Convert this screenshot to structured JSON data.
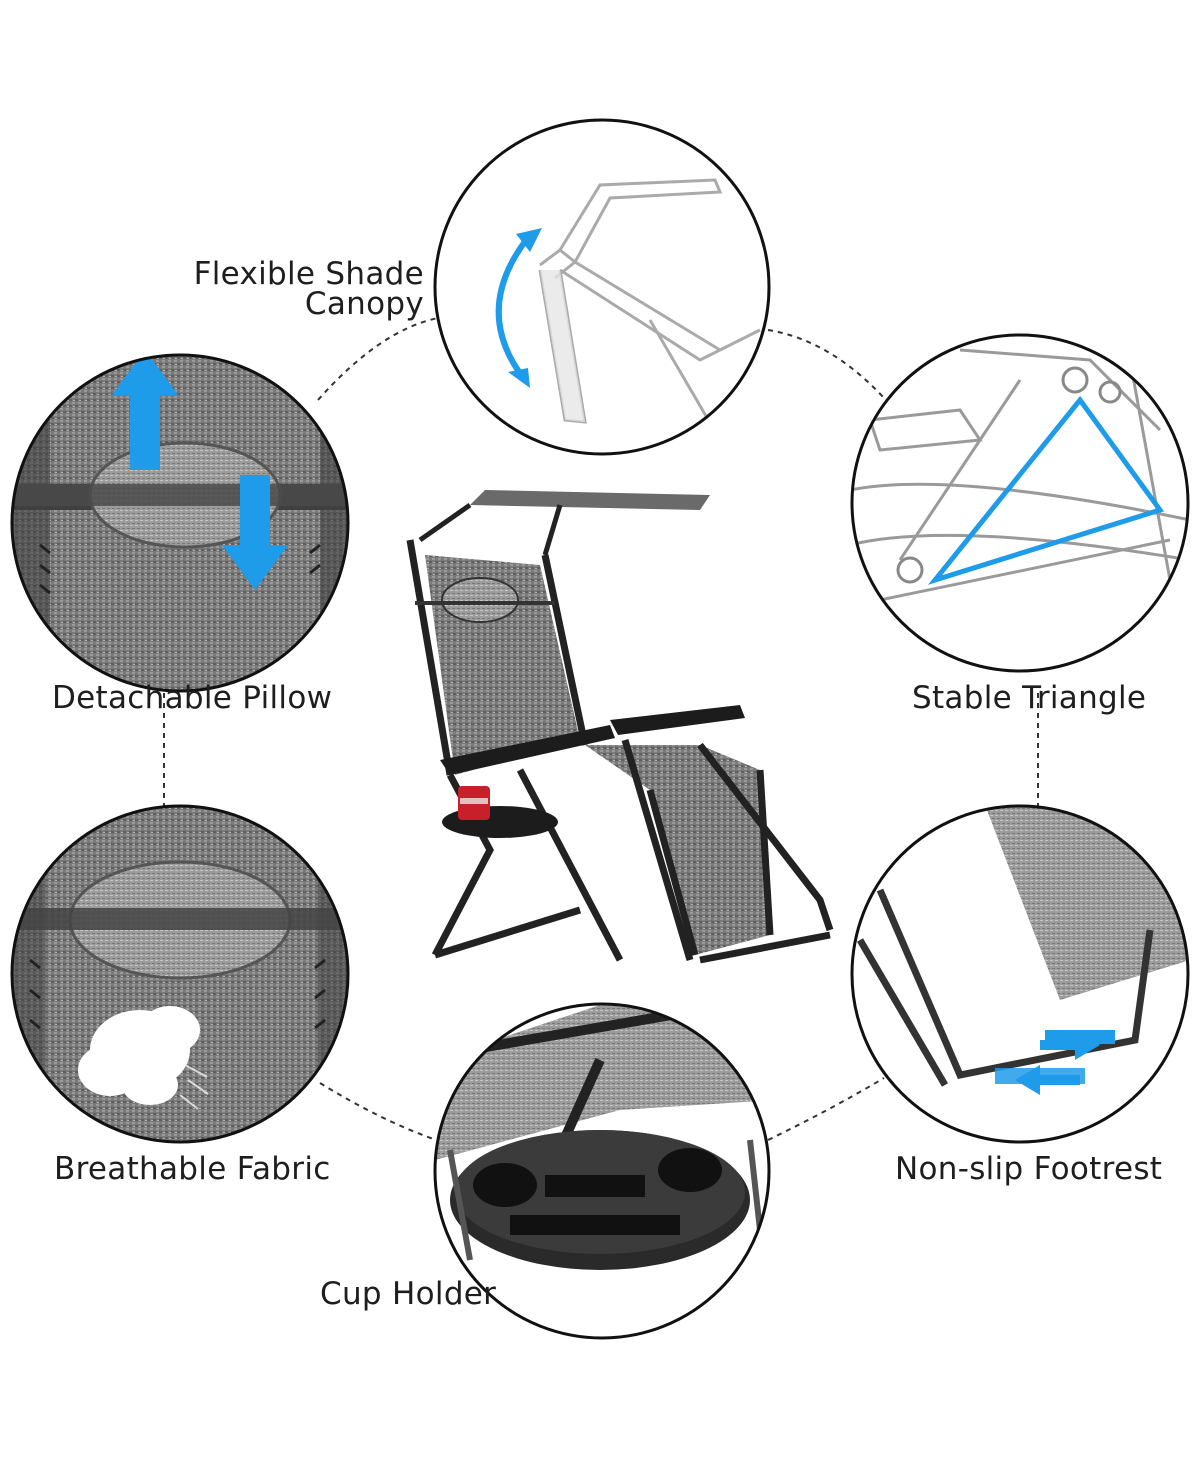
{
  "features": {
    "shade_canopy": {
      "line1": "Flexible Shade",
      "line2": "Canopy"
    },
    "pillow": "Detachable Pillow",
    "triangle": "Stable Triangle",
    "fabric": "Breathable Fabric",
    "footrest": "Non-slip Footrest",
    "cup_holder": "Cup Holder"
  },
  "colors": {
    "arrow_blue": "#1e9be9",
    "fabric_gray": "#7c7c7c",
    "frame_black": "#262626",
    "can_red": "#c8202a"
  }
}
